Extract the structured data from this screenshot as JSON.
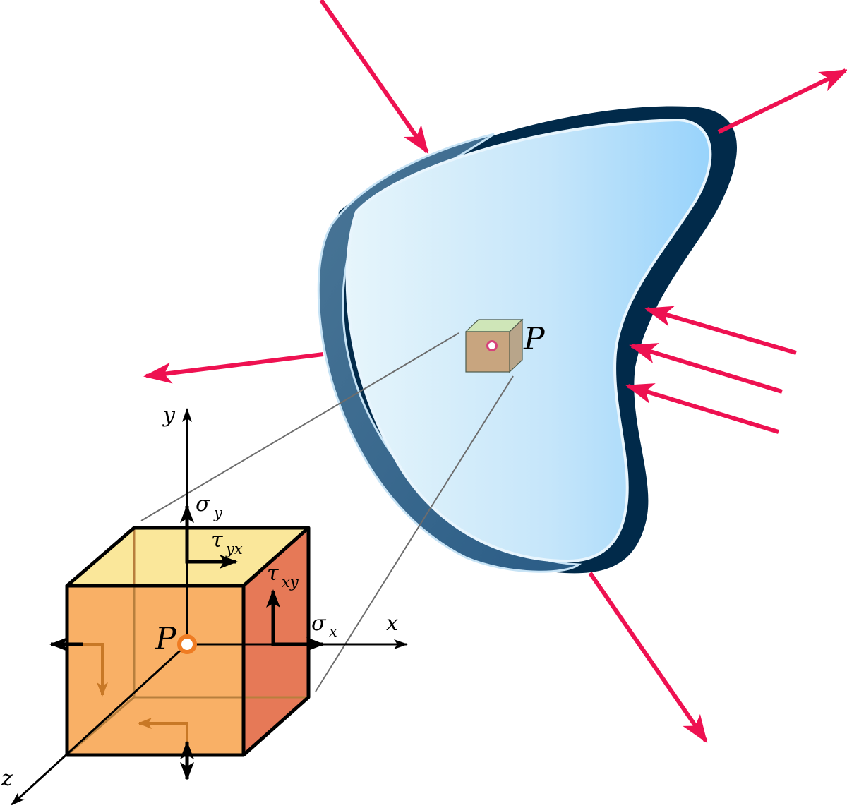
{
  "labels": {
    "point_body": "P",
    "point_cube": "P",
    "axis_x": "x",
    "axis_y": "y",
    "axis_z": "z",
    "sigma": "σ",
    "tau": "τ",
    "sub_x": "x",
    "sub_y": "y",
    "sub_xy": "xy",
    "sub_yx": "yx"
  },
  "colors": {
    "force_arrow": "#ee1151",
    "body_light": "#e3f3fb",
    "body_mid": "#a9d8f8",
    "body_edge_dark": "#012a4a",
    "body_side": "#3d6d93",
    "cube_front": "#f9b066",
    "cube_top": "#fae79a",
    "cube_side": "#e67957",
    "point_marker": "#ef7c23",
    "internal_arrow": "#c87826",
    "leader_line": "#6d6d6d"
  }
}
